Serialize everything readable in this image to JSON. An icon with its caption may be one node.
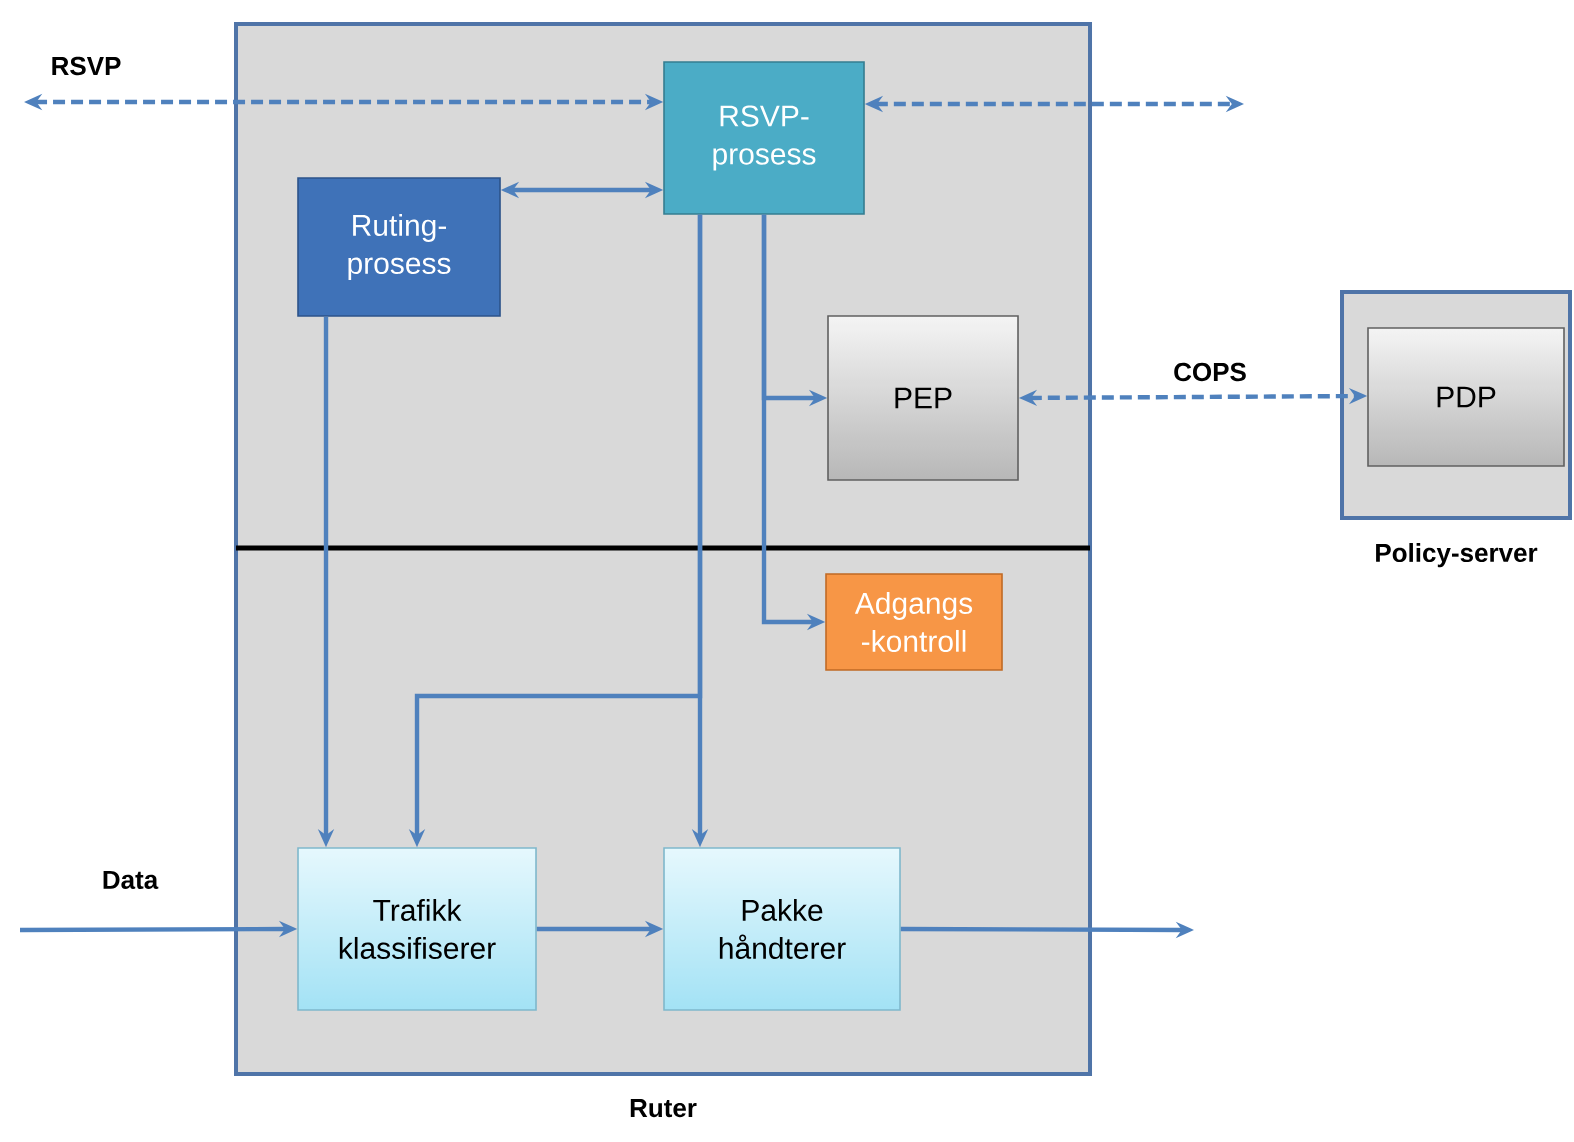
{
  "diagram": {
    "nodes": [
      {
        "text": [
          "Ruter"
        ]
      },
      {
        "text": [
          "RSVP-prosess"
        ],
        "in": 0
      },
      {
        "text": [
          "Ruting-prosess"
        ],
        "in": 0
      },
      {
        "text": [
          "PEP"
        ],
        "in": 0
      },
      {
        "text": [
          "Adgangs -kontroll"
        ],
        "in": 0
      },
      {
        "text": [
          "Trafikk klassifiserer"
        ],
        "in": 0
      },
      {
        "text": [
          "Pakke håndterer"
        ],
        "in": 0
      },
      {
        "text": [
          "Policy-server"
        ]
      },
      {
        "text": [
          "PDP"
        ],
        "in": 7
      }
    ],
    "edges": [
      {
        "from": null,
        "to": 1,
        "arrow": "both",
        "style": "dashed",
        "label": "RSVP"
      },
      {
        "from": 1,
        "to": null,
        "arrow": "both",
        "style": "dashed"
      },
      {
        "from": 2,
        "to": 1,
        "arrow": "both"
      },
      {
        "from": 1,
        "to": 3,
        "arrow": "to"
      },
      {
        "from": 1,
        "to": 4,
        "arrow": "to"
      },
      {
        "from": 1,
        "to": 5,
        "arrow": "to"
      },
      {
        "from": 1,
        "to": 6,
        "arrow": "to"
      },
      {
        "from": 2,
        "to": 5,
        "arrow": "to"
      },
      {
        "from": 3,
        "to": 8,
        "arrow": "both",
        "style": "dashed",
        "label": "COPS"
      },
      {
        "from": null,
        "to": 5,
        "arrow": "to",
        "label": "Data"
      },
      {
        "from": 5,
        "to": 6,
        "arrow": "to"
      },
      {
        "from": 6,
        "to": null,
        "arrow": "to"
      }
    ]
  }
}
